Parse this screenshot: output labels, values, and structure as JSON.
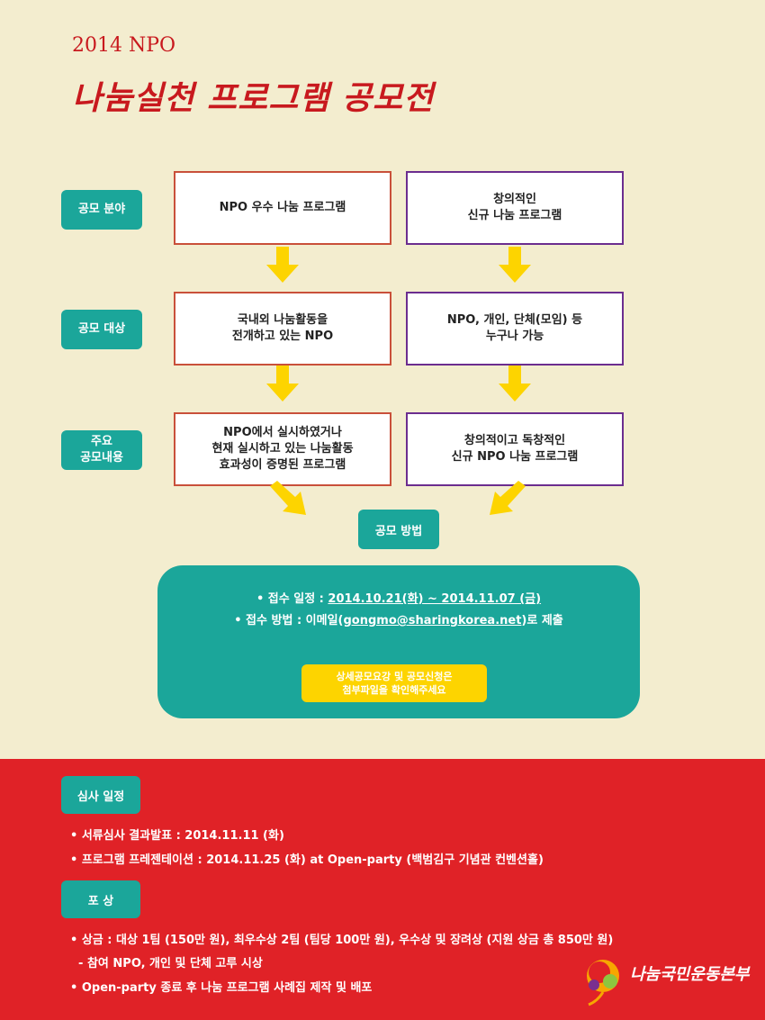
{
  "header": {
    "year": "2014 NPO",
    "title": "나눔실천 프로그램 공모전"
  },
  "flow": {
    "rows": [
      {
        "tag": "공모 분야",
        "left": "NPO 우수 나눔 프로그램",
        "right": "창의적인\n신규 나눔 프로그램"
      },
      {
        "tag": "공모 대상",
        "left": "국내외 나눔활동을\n전개하고 있는 NPO",
        "right": "NPO, 개인, 단체(모임) 등\n누구나 가능"
      },
      {
        "tag": "주요\n공모내용",
        "left": "NPO에서 실시하였거나\n현재 실시하고 있는 나눔활동\n효과성이 증명된 프로그램",
        "right": "창의적이고 독창적인\n신규 NPO 나눔 프로그램"
      }
    ],
    "method_tag": "공모 방법"
  },
  "method": {
    "period_label": "• 접수 일정 : ",
    "period_value": "2014.10.21(화) ~ 2014.11.07 (금)",
    "way_label": "• 접수 방법 : 이메일(",
    "way_email": "gongmo@sharingkorea.net",
    "way_suffix": ")로 제출",
    "notice_button": "상세공모요강 및 공모신청은\n첨부파일을 확인해주세요"
  },
  "review": {
    "tag": "심사 일정",
    "items": [
      "• 서류심사 결과발표 : 2014.11.11 (화)",
      "• 프로그램 프레젠테이션 : 2014.11.25 (화) at Open-party (백범김구 기념관 컨벤션홀)"
    ]
  },
  "award": {
    "tag": "포 상",
    "items": [
      "• 상금 : 대상 1팀 (150만 원), 최우수상 2팀 (팀당 100만 원), 우수상 및 장려상 (지원 상금 총 850만 원)",
      "  - 참여 NPO, 개인 및 단체 고루 시상",
      "• Open-party 종료 후 나눔 프로그램 사례집 제작 및 배포"
    ]
  },
  "logo": {
    "text": "나눔국민운동본부",
    "colors": [
      "#e02227",
      "#f7a600",
      "#8dc63f",
      "#7a2f8f"
    ]
  },
  "colors": {
    "background": "#f3edcf",
    "accent_red": "#e02227",
    "teal": "#1ba69a",
    "yellow": "#fdd400"
  }
}
